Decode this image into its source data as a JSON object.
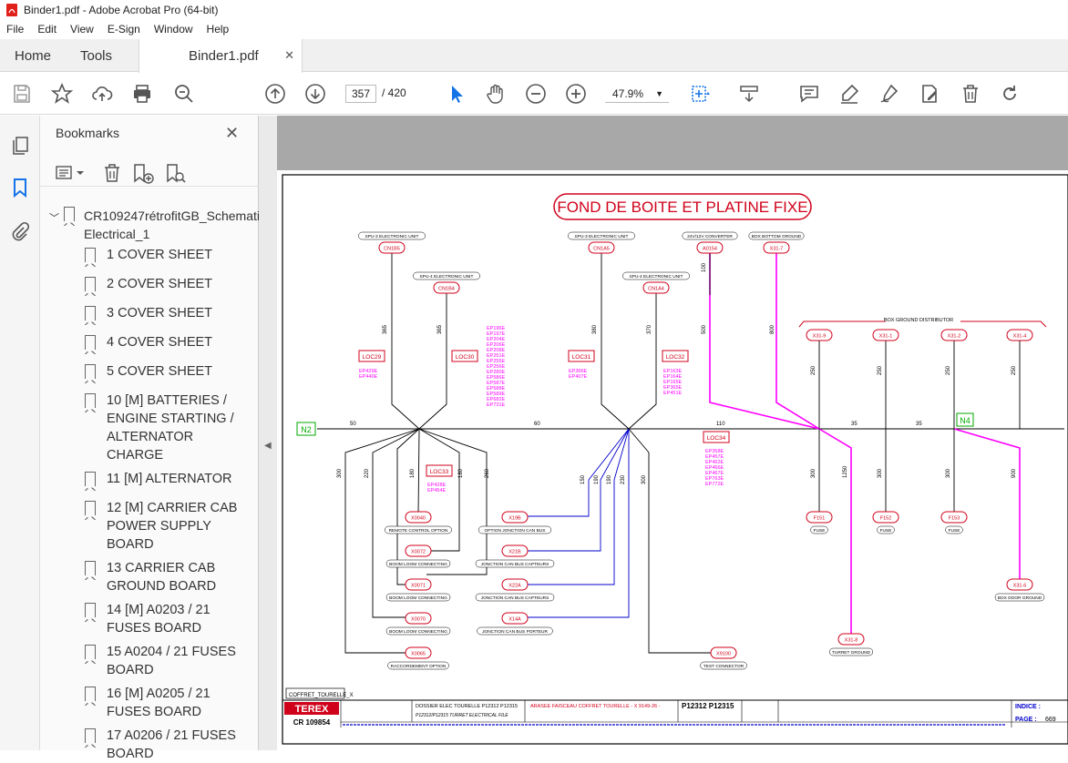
{
  "window": {
    "title": "Binder1.pdf - Adobe Acrobat Pro (64-bit)"
  },
  "menu": [
    "File",
    "Edit",
    "View",
    "E-Sign",
    "Window",
    "Help"
  ],
  "tabs": {
    "home": "Home",
    "tools": "Tools",
    "document": "Binder1.pdf"
  },
  "toolbar": {
    "page_current": "357",
    "page_total": "/ 420",
    "zoom": "47.9%"
  },
  "bookmarks": {
    "title": "Bookmarks",
    "root": "CR109247rétrofitGB_Schematic Electrical_1",
    "items": [
      "1 COVER SHEET",
      "2 COVER SHEET",
      "3 COVER SHEET",
      "4 COVER SHEET",
      "5 COVER SHEET",
      "10 [M] BATTERIES / ENGINE STARTING / ALTERNATOR CHARGE",
      "11 [M] ALTERNATOR",
      "12 [M] CARRIER CAB POWER SUPPLY BOARD",
      "13 CARRIER CAB GROUND BOARD",
      "14 [M] A0203 / 21 FUSES BOARD",
      "15 A0204 / 21 FUSES BOARD",
      "16 [M] A0205 / 21 FUSES BOARD",
      "17 A0206 / 21 FUSES BOARD"
    ]
  },
  "schematic": {
    "title": "FOND DE BOITE ET PLATINE FIXE",
    "units": [
      {
        "label": "SPU-3 ELECTRONIC UNIT",
        "conn": "CN1B5"
      },
      {
        "label": "SPU-4 ELECTRONIC UNIT",
        "conn": "CN1B4"
      },
      {
        "label": "SPU-3 ELECTRONIC UNIT",
        "conn": "CN1A5"
      },
      {
        "label": "SPU-4 ELECTRONIC UNIT",
        "conn": "CN1A4"
      },
      {
        "label": "24V/12V CONVERTER",
        "conn": "A0154"
      },
      {
        "label": "BOX BOTTOM GROUND",
        "conn": "X31-7"
      }
    ],
    "box_ground_distributor": "BOX GROUND DISTRIBUTOR",
    "ground_conns": [
      "X31-9",
      "X31-1",
      "X31-2",
      "X31-4"
    ],
    "locs": [
      "LOC29",
      "LOC30",
      "LOC31",
      "LOC32",
      "LOC33",
      "LOC34"
    ],
    "nodes": [
      "N2",
      "N4"
    ],
    "wire_lengths": [
      "50",
      "60",
      "110",
      "35",
      "35",
      "365",
      "365",
      "380",
      "370",
      "100",
      "500",
      "800",
      "250",
      "250",
      "250",
      "250",
      "300",
      "220",
      "180",
      "180",
      "260",
      "150",
      "190",
      "190",
      "230",
      "300",
      "300",
      "1250",
      "300",
      "300",
      "900"
    ],
    "ep_loc29": [
      "EP429E",
      "EP440E"
    ],
    "ep_loc30": [
      "EP196E",
      "EP197E",
      "EP204E",
      "EP206E",
      "EP208E",
      "EP251E",
      "EP255E",
      "EP256E",
      "EP280E",
      "EP586E",
      "EP587E",
      "EP588E",
      "EP589E",
      "EP682E",
      "EP731E"
    ],
    "ep_loc31": [
      "EP366E",
      "EP407E"
    ],
    "ep_loc32": [
      "EP163E",
      "EP164E",
      "EP165E",
      "EP365E",
      "EP451E"
    ],
    "ep_loc33": [
      "EP428E",
      "EP454E"
    ],
    "ep_loc34": [
      "EP358E",
      "EP457E",
      "EP462E",
      "EP466E",
      "EP467E",
      "EP763E",
      "EP772E"
    ],
    "bottom_conns_left": [
      {
        "conn": "X0040",
        "label": "REMOTE CONTROL OPTION"
      },
      {
        "conn": "X0072",
        "label": "BOOM LOOM CONNECTING"
      },
      {
        "conn": "X0071",
        "label": "BOOM LOOM CONNECTING"
      },
      {
        "conn": "X0070",
        "label": "BOOM LOOM CONNECTING"
      },
      {
        "conn": "X0065",
        "label": "RACCORDEMENT OPTION"
      }
    ],
    "bottom_conns_mid": [
      {
        "conn": "X19B",
        "label": "OPTION JONCTION CAN BUS"
      },
      {
        "conn": "X21B",
        "label": "JONCTION CAN BUS CAPTEURS"
      },
      {
        "conn": "X22A",
        "label": "JONCTION CAN BUS CAPTEURS"
      },
      {
        "conn": "X14A",
        "label": "JONCTION CAN BUS PORTEUR"
      },
      {
        "conn": "X9100",
        "label": "TEST CONNECTOR"
      }
    ],
    "fuses": [
      {
        "conn": "F151",
        "label": "FUSE"
      },
      {
        "conn": "F152",
        "label": "FUSE"
      },
      {
        "conn": "F153",
        "label": "FUSE"
      }
    ],
    "turret_ground": {
      "conn": "X31-8",
      "label": "TURRET GROUND"
    },
    "box_door_ground": {
      "conn": "X31-6",
      "label": "BOX DOOR GROUND"
    },
    "footer_tag": "COFFRET_TOURELLE_X",
    "titleblock": {
      "brand": "TEREX",
      "cr": "CR 109854",
      "dossier": "DOSSIER ELEC TOURELLE P12312 P12315",
      "dossier_en": "P12312/P12315 TURRET ELECTRICAL FILE",
      "subtitle": "ARASEE FAISCEAU COFFRET TOURELLE - X 9149-26 -",
      "refs": "P12312 P12315",
      "indice": "INDICE :",
      "page_label": "PAGE :",
      "page_num": "669"
    }
  },
  "colors": {
    "accent_red": "#d0021b",
    "magenta": "#ff00ff",
    "blue": "#0000cc",
    "green": "#00aa00"
  }
}
